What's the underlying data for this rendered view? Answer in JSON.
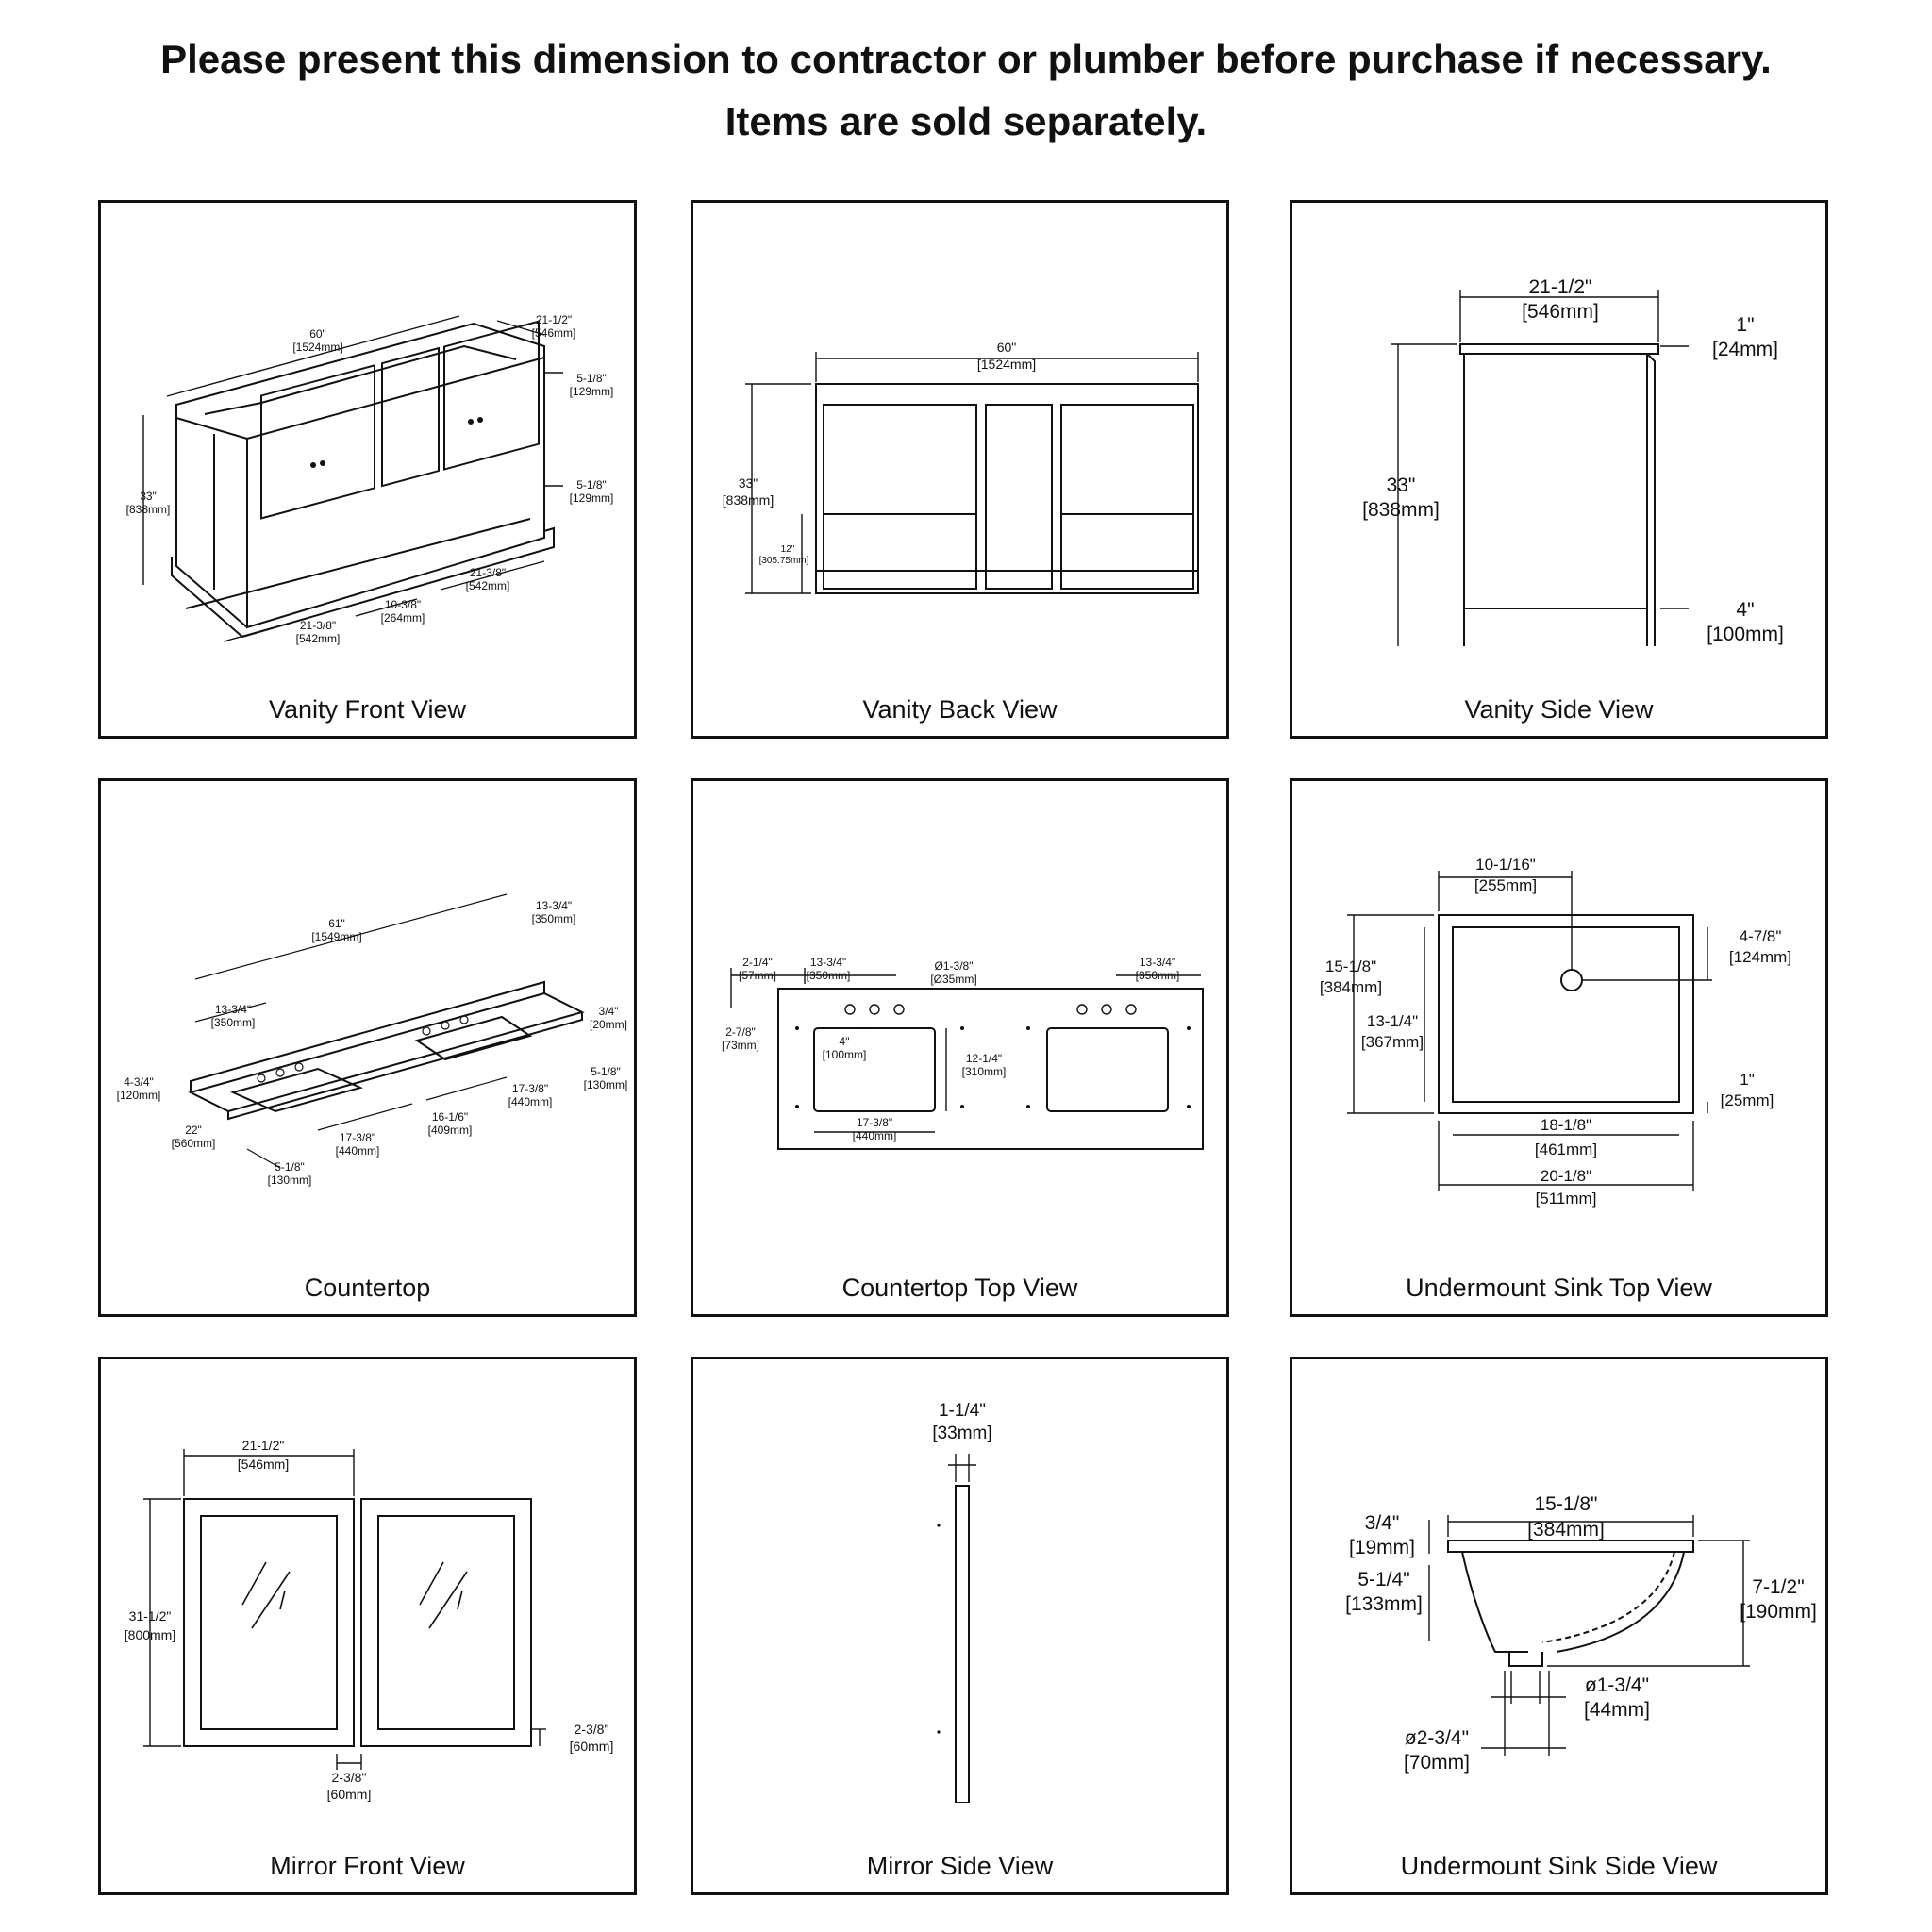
{
  "header": {
    "line1": "Please present this dimension to contractor or plumber before purchase if necessary.",
    "line2": "Items are sold separately."
  },
  "panels": [
    {
      "caption": "Vanity Front View",
      "dims": {
        "width": "60\"",
        "width_mm": "[1524mm]",
        "depth": "21-1/2\"",
        "depth_mm": "[546mm]",
        "height": "33\"",
        "height_mm": "[838mm]",
        "drawer_top": "5-1/8\"",
        "drawer_top_mm": "[129mm]",
        "drawer_bottom": "5-1/8\"",
        "drawer_bottom_mm": "[129mm]",
        "right_width": "21-3/8\"",
        "right_width_mm": "[542mm]",
        "center_width": "10-3/8\"",
        "center_width_mm": "[264mm]",
        "left_width": "21-3/8\"",
        "left_width_mm": "[542mm]"
      }
    },
    {
      "caption": "Vanity Back View",
      "dims": {
        "width": "60\"",
        "width_mm": "[1524mm]",
        "height": "33\"",
        "height_mm": "[838mm]",
        "lower": "12\"",
        "lower_mm": "[305.75mm]"
      }
    },
    {
      "caption": "Vanity Side View",
      "dims": {
        "depth": "21-1/2\"",
        "depth_mm": "[546mm]",
        "top": "1\"",
        "top_mm": "[24mm]",
        "height": "33\"",
        "height_mm": "[838mm]",
        "toe": "4\"",
        "toe_mm": "[100mm]"
      }
    },
    {
      "caption": "Countertop",
      "dims": {
        "width": "61\"",
        "width_mm": "[1549mm]",
        "right_hole": "13-3/4\"",
        "right_hole_mm": "[350mm]",
        "left_hole": "13-3/4\"",
        "left_hole_mm": "[350mm]",
        "thickness": "3/4\"",
        "thickness_mm": "[20mm]",
        "backsplash": "4-3/4\"",
        "backsplash_mm": "[120mm]",
        "front_right": "5-1/8\"",
        "front_right_mm": "[130mm]",
        "sink_right": "17-3/8\"",
        "sink_right_mm": "[440mm]",
        "gap": "16-1/6\"",
        "gap_mm": "[409mm]",
        "sink_left": "17-3/8\"",
        "sink_left_mm": "[440mm]",
        "depth": "22\"",
        "depth_mm": "[560mm]",
        "front_left": "5-1/8\"",
        "front_left_mm": "[130mm]"
      }
    },
    {
      "caption": "Countertop Top View",
      "dims": {
        "edge": "2-1/4\"",
        "edge_mm": "[57mm]",
        "hole_left": "13-3/4\"",
        "hole_left_mm": "[350mm]",
        "hole_dia": "Ø1-3/8\"",
        "hole_dia_mm": "[Ø35mm]",
        "hole_right": "13-3/4\"",
        "hole_right_mm": "[350mm]",
        "back": "2-7/8\"",
        "back_mm": "[73mm]",
        "spacing": "4\"",
        "spacing_mm": "[100mm]",
        "sink_depth": "12-1/4\"",
        "sink_depth_mm": "[310mm]",
        "sink_width": "17-3/8\"",
        "sink_width_mm": "[440mm]"
      }
    },
    {
      "caption": "Undermount Sink Top View",
      "dims": {
        "drain_offset": "10-1/16\"",
        "drain_offset_mm": "[255mm]",
        "outer_depth": "15-1/8\"",
        "outer_depth_mm": "[384mm]",
        "drain_back": "4-7/8\"",
        "drain_back_mm": "[124mm]",
        "inner_depth": "13-1/4\"",
        "inner_depth_mm": "[367mm]",
        "rim": "1\"",
        "rim_mm": "[25mm]",
        "inner_width": "18-1/8\"",
        "inner_width_mm": "[461mm]",
        "outer_width": "20-1/8\"",
        "outer_width_mm": "[511mm]"
      }
    },
    {
      "caption": "Mirror Front View",
      "dims": {
        "width": "21-1/2\"",
        "width_mm": "[546mm]",
        "height": "31-1/2\"",
        "height_mm": "[800mm]",
        "frame_bottom": "2-3/8\"",
        "frame_bottom_mm": "[60mm]",
        "frame_side": "2-3/8\"",
        "frame_side_mm": "[60mm]"
      }
    },
    {
      "caption": "Mirror Side View",
      "dims": {
        "thickness": "1-1/4\"",
        "thickness_mm": "[33mm]"
      }
    },
    {
      "caption": "Undermount Sink Side View",
      "dims": {
        "rim": "3/4\"",
        "rim_mm": "[19mm]",
        "width": "15-1/8\"",
        "width_mm": "[384mm]",
        "bowl": "5-1/4\"",
        "bowl_mm": "[133mm]",
        "depth": "7-1/2\"",
        "depth_mm": "[190mm]",
        "drain_inner": "ø1-3/4\"",
        "drain_inner_mm": "[44mm]",
        "drain_outer": "ø2-3/4\"",
        "drain_outer_mm": "[70mm]"
      }
    }
  ]
}
